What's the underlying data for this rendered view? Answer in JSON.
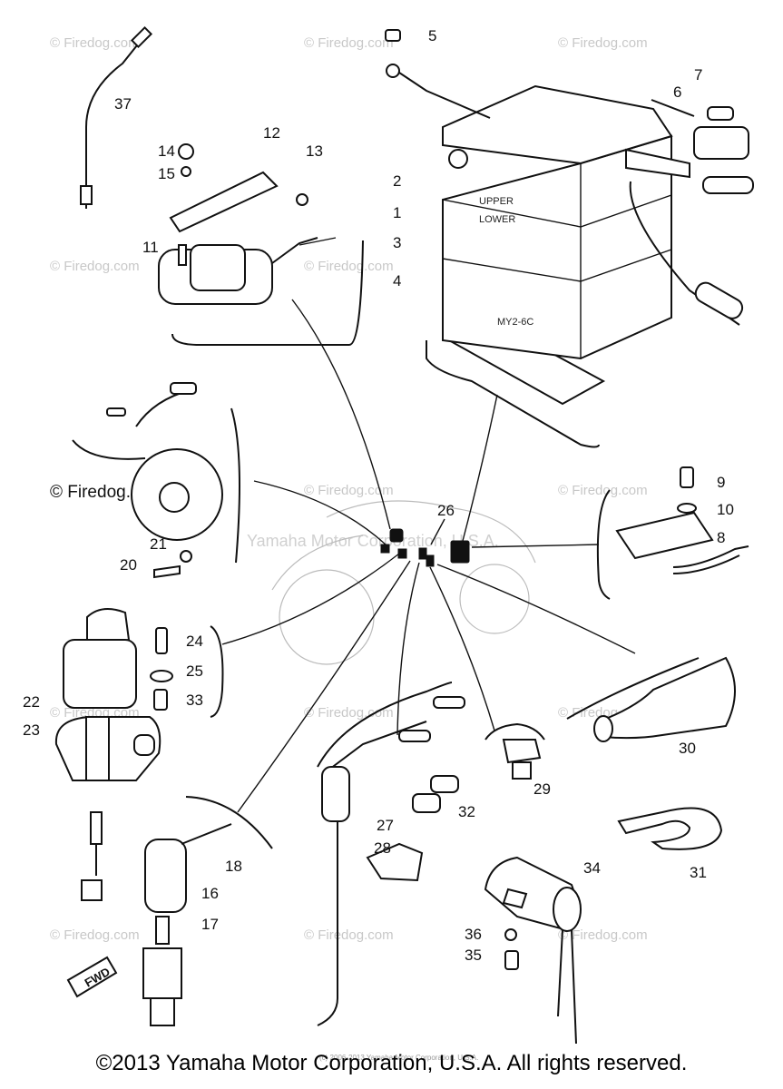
{
  "watermark": {
    "firedog_text": "© Firedog.com",
    "center_text": "Yamaha Motor Corporation, U.S.A.",
    "tiny_text": "(c) 2006-2013 Yamaha Motor Corporation, U.S.A."
  },
  "battery": {
    "upper_text": "UPPER",
    "lower_text": "LOWER",
    "model_text": "MY2-6C"
  },
  "fwd_label": "FWD",
  "callouts": {
    "c1": "1",
    "c2": "2",
    "c3": "3",
    "c4": "4",
    "c5": "5",
    "c6": "6",
    "c7": "7",
    "c8": "8",
    "c9": "9",
    "c10": "10",
    "c11": "11",
    "c12": "12",
    "c13": "13",
    "c14": "14",
    "c15": "15",
    "c16": "16",
    "c17": "17",
    "c18": "18",
    "c20": "20",
    "c21": "21",
    "c22": "22",
    "c23": "23",
    "c24": "24",
    "c25": "25",
    "c26": "26",
    "c27": "27",
    "c28": "28",
    "c29": "29",
    "c30": "30",
    "c31": "31",
    "c32": "32",
    "c33": "33",
    "c34": "34",
    "c35": "35",
    "c36": "36",
    "c37": "37"
  },
  "copyright": "©2013 Yamaha Motor Corporation, U.S.A. All rights reserved."
}
